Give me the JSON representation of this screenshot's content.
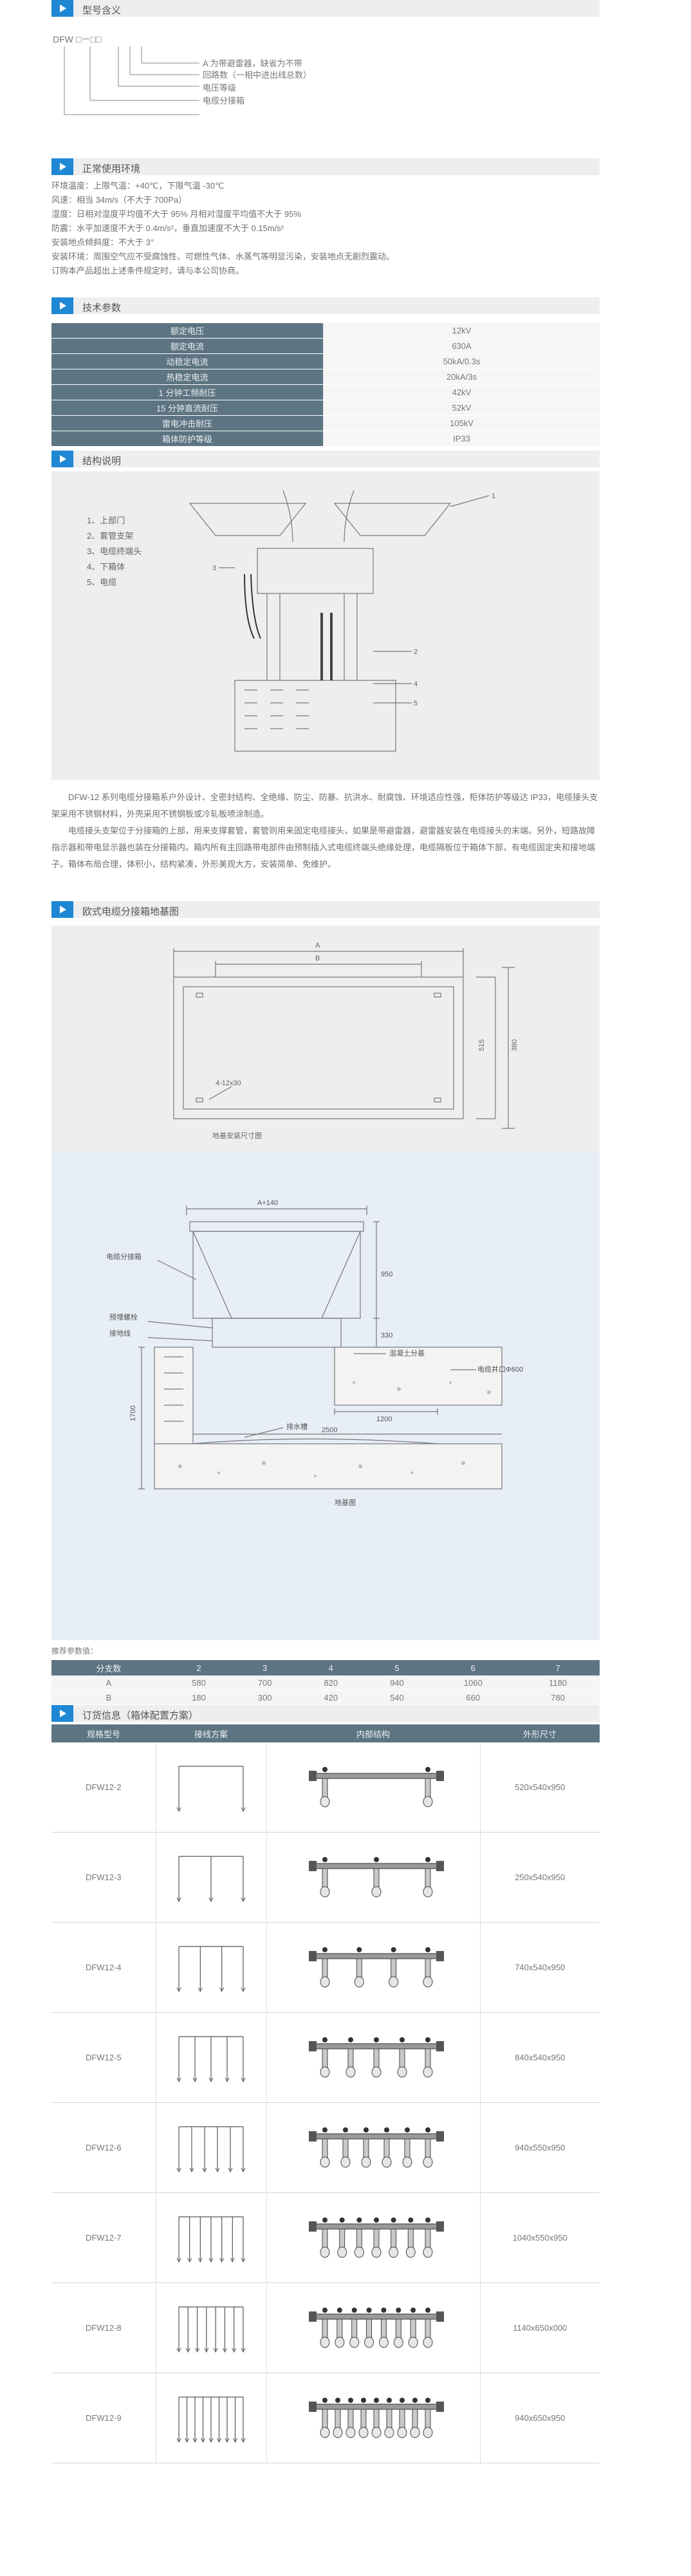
{
  "sections": {
    "model": "型号含义",
    "env": "正常使用环境",
    "tech": "技术参数",
    "structure": "结构说明",
    "base": "欧式电缆分接箱地基图",
    "order": "订货信息（箱体配置方案）"
  },
  "model_code": {
    "prefix": "DFW",
    "boxes": "□－□□"
  },
  "model_notes": [
    "A 为带避雷器，缺省为不带",
    "回路数（一相中进出线总数）",
    "电压等级",
    "电缆分接箱"
  ],
  "env_lines": [
    "环境温度：上限气温：+40℃，下限气温 -30℃",
    "风速：相当 34m/s（不大于 700Pa）",
    "湿度：日相对湿度平均值不大于 95% 月相对湿度平均值不大于 95%",
    "防震：水平加速度不大于 0.4m/s²，垂直加速度不大于 0.15m/s²",
    "安装地点倾斜度：不大于 3°",
    "安装环境：周围空气应不受腐蚀性、可燃性气体、水蒸气等明显污染，安装地点无剧烈震动。",
    "订购本产品超出上述条件规定时，请与本公司协商。"
  ],
  "tech_params": [
    {
      "k": "额定电压",
      "v": "12kV"
    },
    {
      "k": "额定电流",
      "v": "630A"
    },
    {
      "k": "动稳定电流",
      "v": "50kA/0.3s"
    },
    {
      "k": "热稳定电流",
      "v": "20kA/3s"
    },
    {
      "k": "1 分钟工频耐压",
      "v": "42kV"
    },
    {
      "k": "15 分钟直流耐压",
      "v": "52kV"
    },
    {
      "k": "雷电冲击耐压",
      "v": "105kV"
    },
    {
      "k": "箱体防护等级",
      "v": "IP33"
    }
  ],
  "structure_legend": [
    "1、上部门",
    "2、套管支架",
    "3、电缆终端头",
    "4、下箱体",
    "5、电缆"
  ],
  "structure_callouts": [
    "1",
    "2",
    "3",
    "4",
    "5"
  ],
  "desc": [
    "DFW-12 系列电缆分接箱系户外设计、全密封结构、全绝缘、防尘、防暴、抗洪水、耐腐蚀、环境适应性强，柜体防护等级达 IP33，电缆接头支架采用不锈钢材料，外壳采用不锈钢板或冷轧板喷涂制造。",
    "电缆接头支架位于分接箱的上部，用来支撑套管，套管则用来固定电缆接头，如果是带避雷器，避雷器安装在电缆接头的末端。另外，短路故障指示器和带电显示器也装在分接箱内。箱内所有主回路带电部件由预制插入式电缆终端头绝缘处理，电缆隔板位于箱体下部，有电缆固定夹和接地端子。箱体布局合理，体积小，结构紧凑，外形美观大方，安装简单、免维护。"
  ],
  "base_plan": {
    "dim_a": "A",
    "dim_b": "B",
    "dim_515": "515",
    "dim_380": "380",
    "hole": "4-12x30",
    "caption": "地基安装尺寸图"
  },
  "section_view": {
    "dim_top": "A+140",
    "dim_950": "950",
    "dim_330": "330",
    "dim_1200": "1200",
    "dim_2500": "2500",
    "dim_1700": "1700",
    "label_box": "电缆分接箱",
    "label_bolt": "预埋螺栓",
    "label_ground": "接地线",
    "label_gravel": "混凝土分基",
    "label_well": "电缆井口Φ600",
    "label_drain": "排水槽",
    "caption": "地基图"
  },
  "recommend_title": "推荐参数值：",
  "recommend": {
    "header": [
      "分支数",
      "2",
      "3",
      "4",
      "5",
      "6",
      "7"
    ],
    "rows": [
      [
        "A",
        "580",
        "700",
        "820",
        "940",
        "1060",
        "1180"
      ],
      [
        "B",
        "180",
        "300",
        "420",
        "540",
        "660",
        "780"
      ]
    ]
  },
  "order_header": [
    "规格型号",
    "接线方案",
    "内部结构",
    "外形尺寸"
  ],
  "order_rows": [
    {
      "model": "DFW12-2",
      "size": "520x540x950",
      "branches": 2
    },
    {
      "model": "DFW12-3",
      "size": "250x540x950",
      "branches": 3
    },
    {
      "model": "DFW12-4",
      "size": "740x540x950",
      "branches": 4
    },
    {
      "model": "DFW12-5",
      "size": "840x540x950",
      "branches": 5
    },
    {
      "model": "DFW12-6",
      "size": "940x550x950",
      "branches": 6
    },
    {
      "model": "DFW12-7",
      "size": "1040x550x950",
      "branches": 7
    },
    {
      "model": "DFW12-8",
      "size": "1140x650x000",
      "branches": 8
    },
    {
      "model": "DFW12-9",
      "size": "940x650x950",
      "branches": 9
    }
  ]
}
